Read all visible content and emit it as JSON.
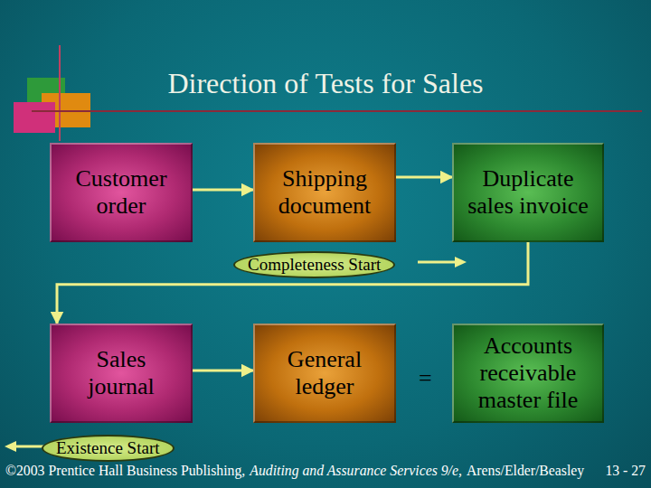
{
  "diagram": {
    "title": "Direction of Tests for Sales",
    "nodes": [
      {
        "text": [
          "Customer order"
        ]
      },
      {
        "text": [
          "Shipping document"
        ]
      },
      {
        "text": [
          "Duplicate sales invoice"
        ]
      },
      {
        "text": [
          "Sales journal"
        ]
      },
      {
        "text": [
          "General ledger"
        ]
      },
      {
        "text": [
          "Accounts receivable master file"
        ]
      }
    ],
    "edges": [
      {
        "from": 0,
        "to": 1,
        "arrow": "to"
      },
      {
        "from": 1,
        "to": 2,
        "arrow": "to"
      },
      {
        "from": 2,
        "to": 3,
        "arrow": "to"
      },
      {
        "from": 3,
        "to": 4,
        "arrow": "to"
      }
    ],
    "labels": [
      "Completeness Start",
      "=",
      "Existence Start",
      "©2003 Prentice Hall Business Publishing,",
      "Auditing and Assurance Services 9/e,",
      "Arens/Elder/Beasley",
      "13 - 27"
    ]
  }
}
